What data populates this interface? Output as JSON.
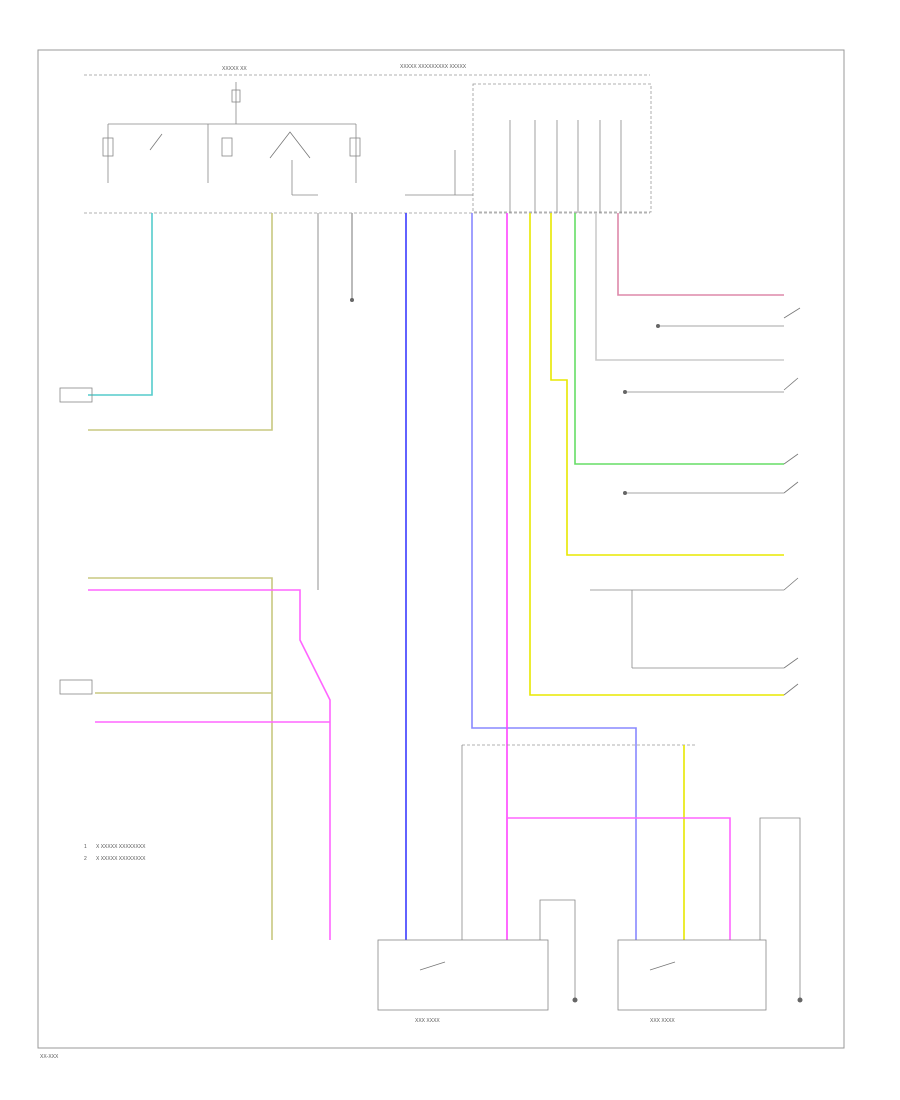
{
  "diagram": {
    "footer_code": "XX-XXX",
    "legend": [
      {
        "code": "1",
        "text": "X XXXXX XXXXXXXX"
      },
      {
        "code": "2",
        "text": "X XXXXX XXXXXXXX"
      }
    ],
    "labels": {
      "top_center": "XXXXX XXXXXXXXX XXXXX",
      "top_fuse": "XXXXX XX",
      "wire_lbl": "XXX XXXX"
    },
    "colors": {
      "blue": "#3b3bff",
      "magenta": "#ff44ff",
      "yellow": "#e8e800",
      "green": "#33cc33",
      "teal": "#55cccc",
      "olive": "#c8c880",
      "gray": "#aaaaaa",
      "pink": "#ff99cc"
    }
  }
}
